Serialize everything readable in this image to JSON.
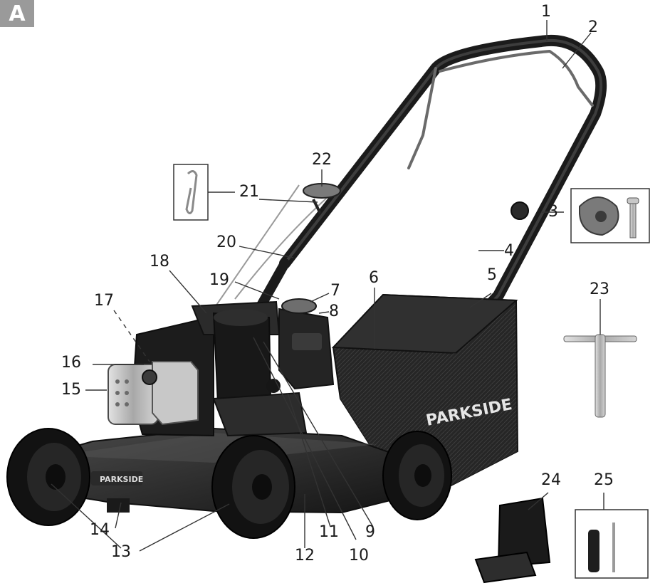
{
  "figure": {
    "badge": "A",
    "brand_label": "PARKSIDE",
    "callouts": [
      "1",
      "2",
      "3",
      "4",
      "5",
      "6",
      "7",
      "8",
      "9",
      "10",
      "11",
      "12",
      "13",
      "14",
      "15",
      "16",
      "17",
      "18",
      "19",
      "20",
      "21",
      "22",
      "23",
      "24",
      "25"
    ]
  },
  "colors": {
    "badge_bg": "#9a9a9a",
    "body_dark": "#1e1e1e",
    "body_mid": "#3a3a3a",
    "metal": "#bdbdbd",
    "outline": "#111111"
  }
}
